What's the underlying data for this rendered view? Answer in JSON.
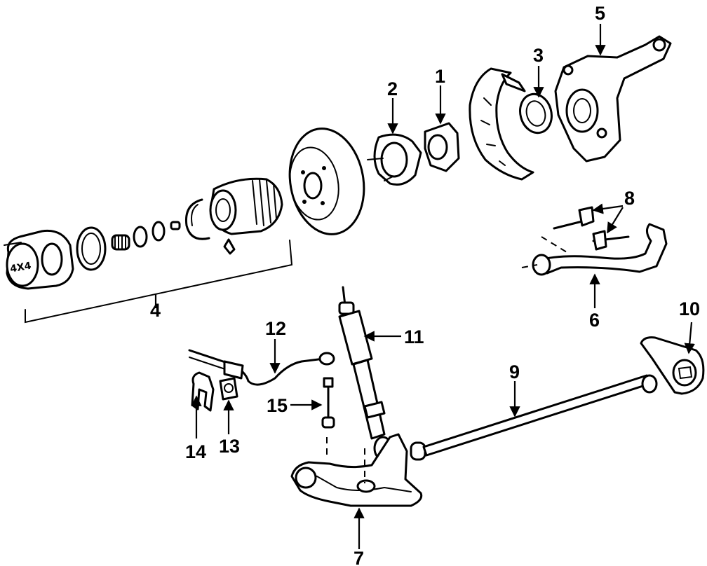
{
  "diagram": {
    "callouts": [
      {
        "id": "1",
        "label": "1"
      },
      {
        "id": "2",
        "label": "2"
      },
      {
        "id": "3",
        "label": "3"
      },
      {
        "id": "4",
        "label": "4"
      },
      {
        "id": "5",
        "label": "5"
      },
      {
        "id": "6",
        "label": "6"
      },
      {
        "id": "7",
        "label": "7"
      },
      {
        "id": "8",
        "label": "8"
      },
      {
        "id": "9",
        "label": "9"
      },
      {
        "id": "10",
        "label": "10"
      },
      {
        "id": "11",
        "label": "11"
      },
      {
        "id": "12",
        "label": "12"
      },
      {
        "id": "13",
        "label": "13"
      },
      {
        "id": "14",
        "label": "14"
      },
      {
        "id": "15",
        "label": "15"
      }
    ],
    "hub_emblem": "4X4"
  }
}
